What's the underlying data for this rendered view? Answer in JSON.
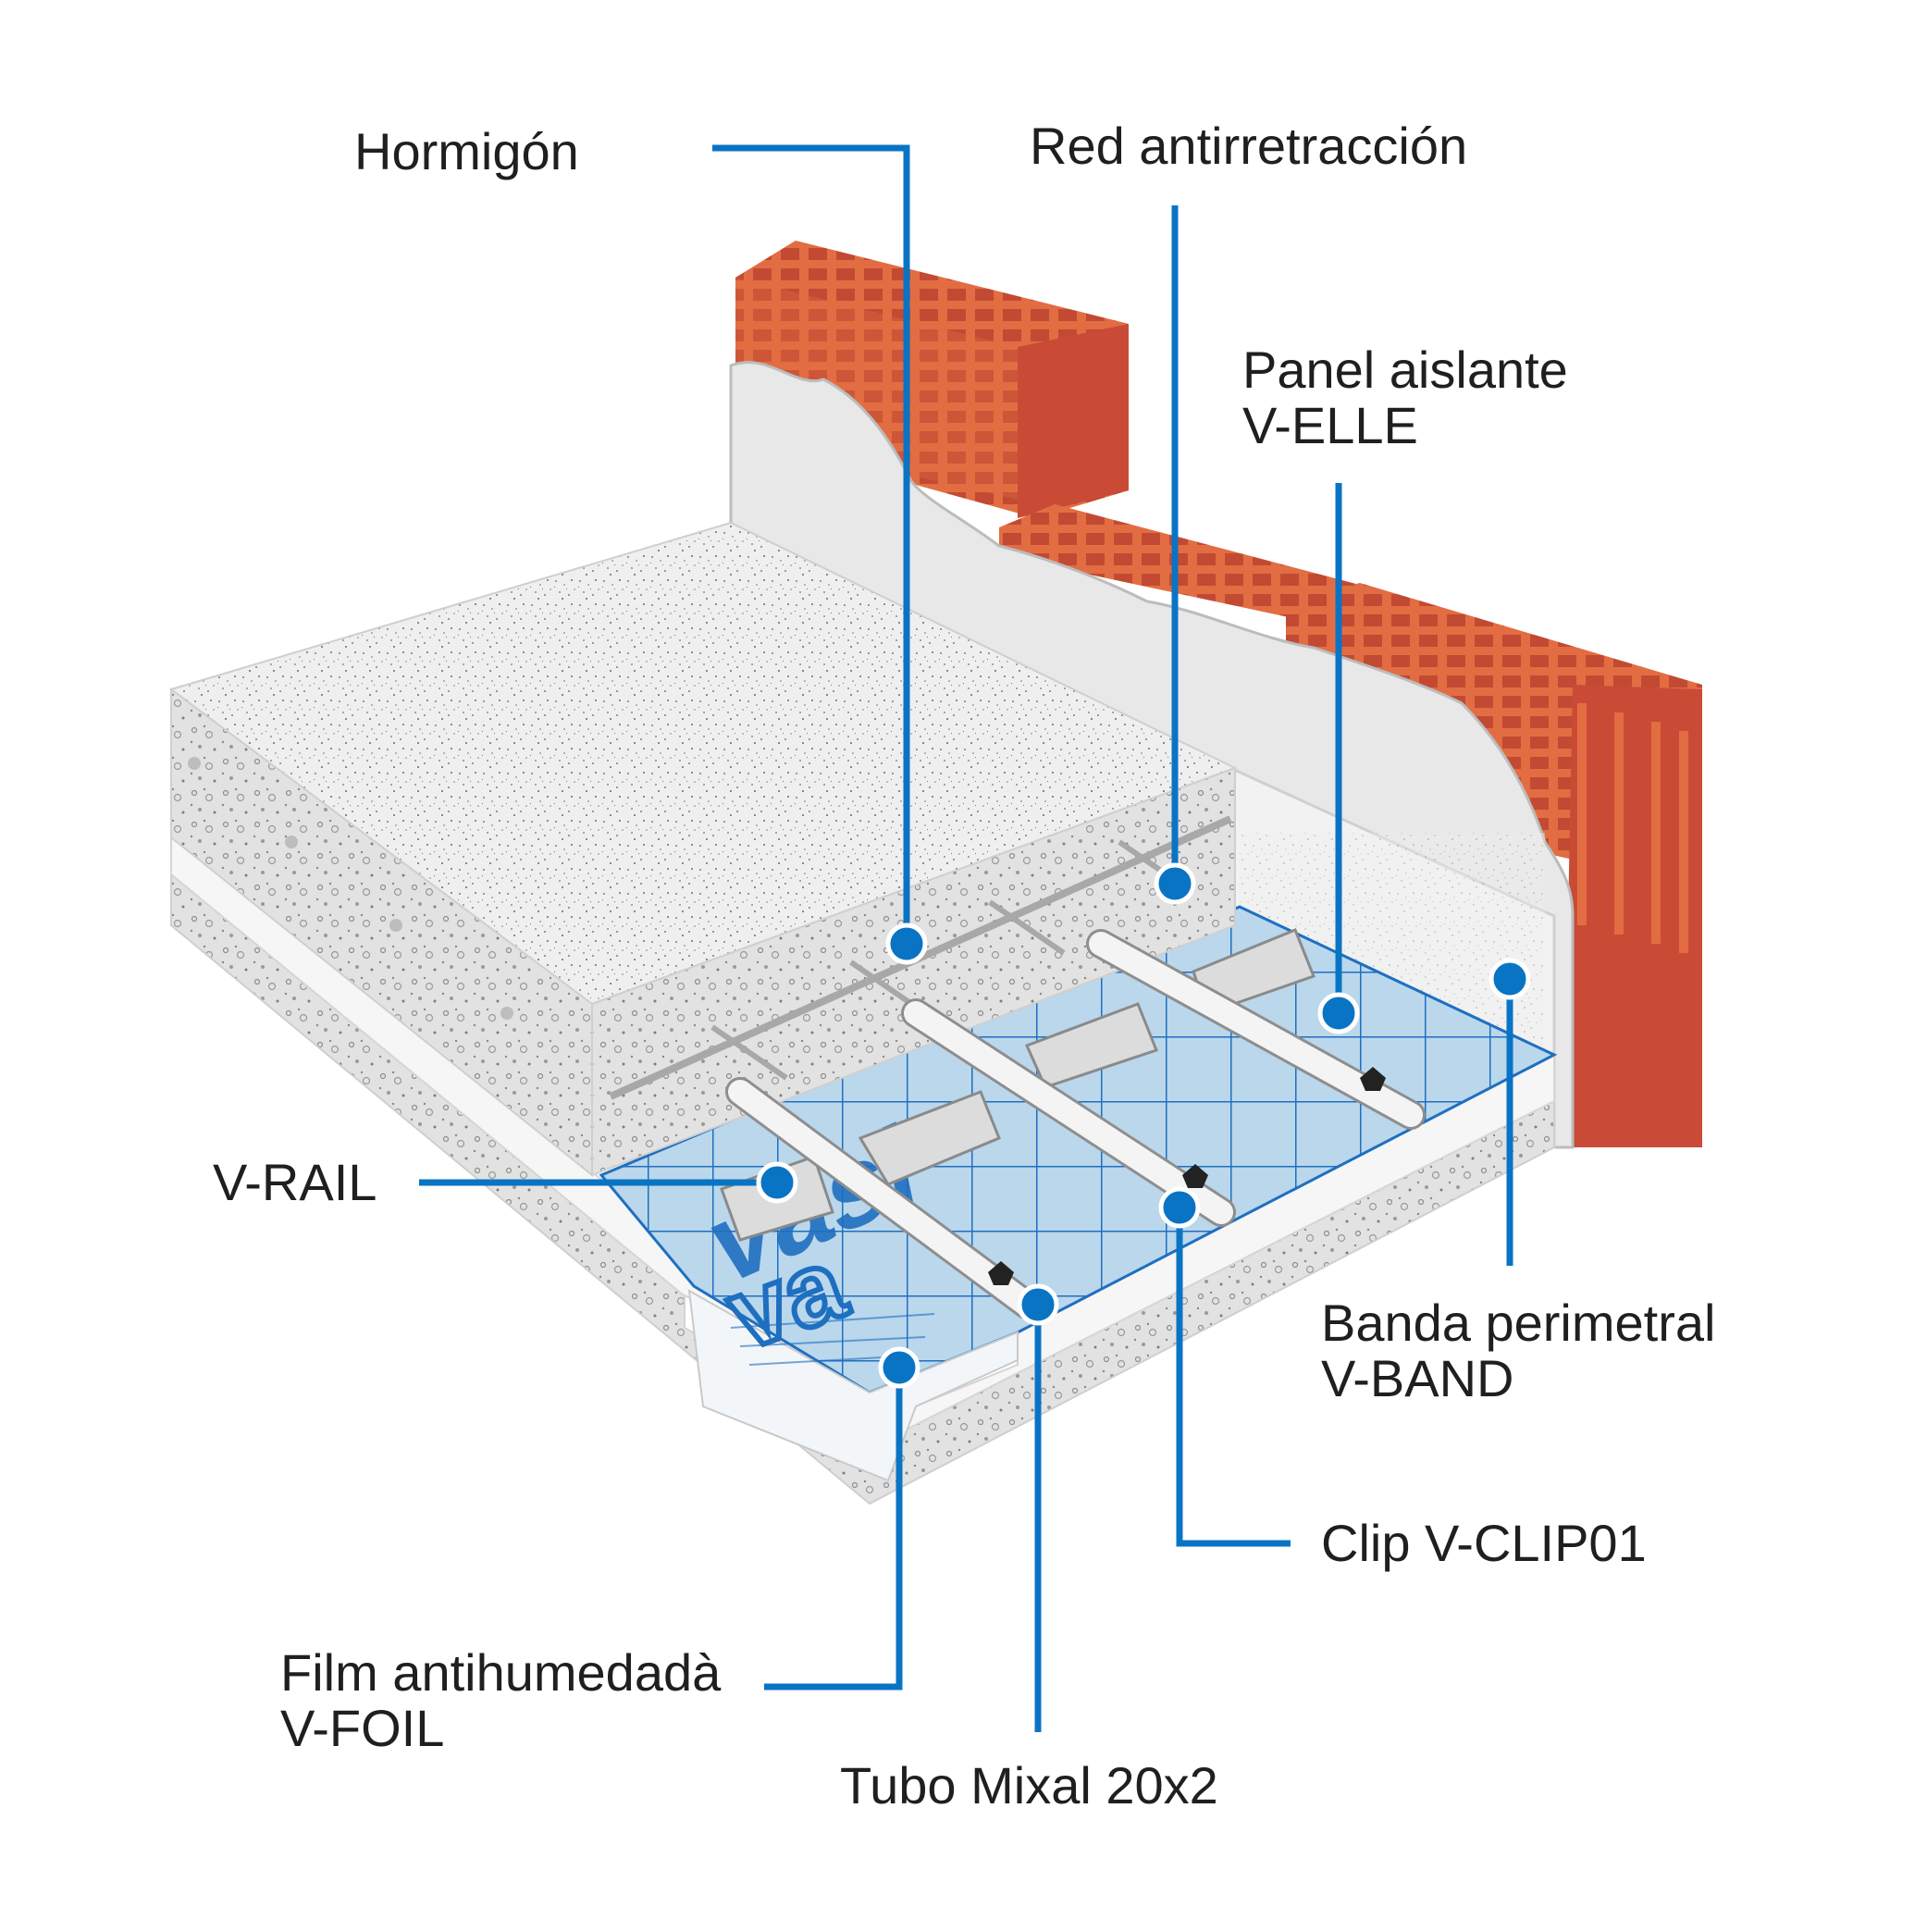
{
  "labels": {
    "hormigon": "Hormigón",
    "red": "Red antirretracción",
    "panel": [
      "Panel aislante",
      "V-ELLE"
    ],
    "vrail": "V-RAIL",
    "banda": [
      "Banda perimetral",
      "V-BAND"
    ],
    "clip": "Clip V-CLIP01",
    "film": [
      "Film antihumedadà",
      "V-FOIL"
    ],
    "tubo": "Tubo Mixal 20x2"
  },
  "panel_print": [
    "vasi",
    "va"
  ],
  "colors": {
    "leader": "#0a74c4",
    "brick": "#e06a3e",
    "brick_dark": "#c94b35",
    "concrete": "#eaeaea",
    "panel_blue": "#b8d6ec",
    "grid_blue": "#1f6fc0",
    "pipe": "#f4f4f4"
  }
}
